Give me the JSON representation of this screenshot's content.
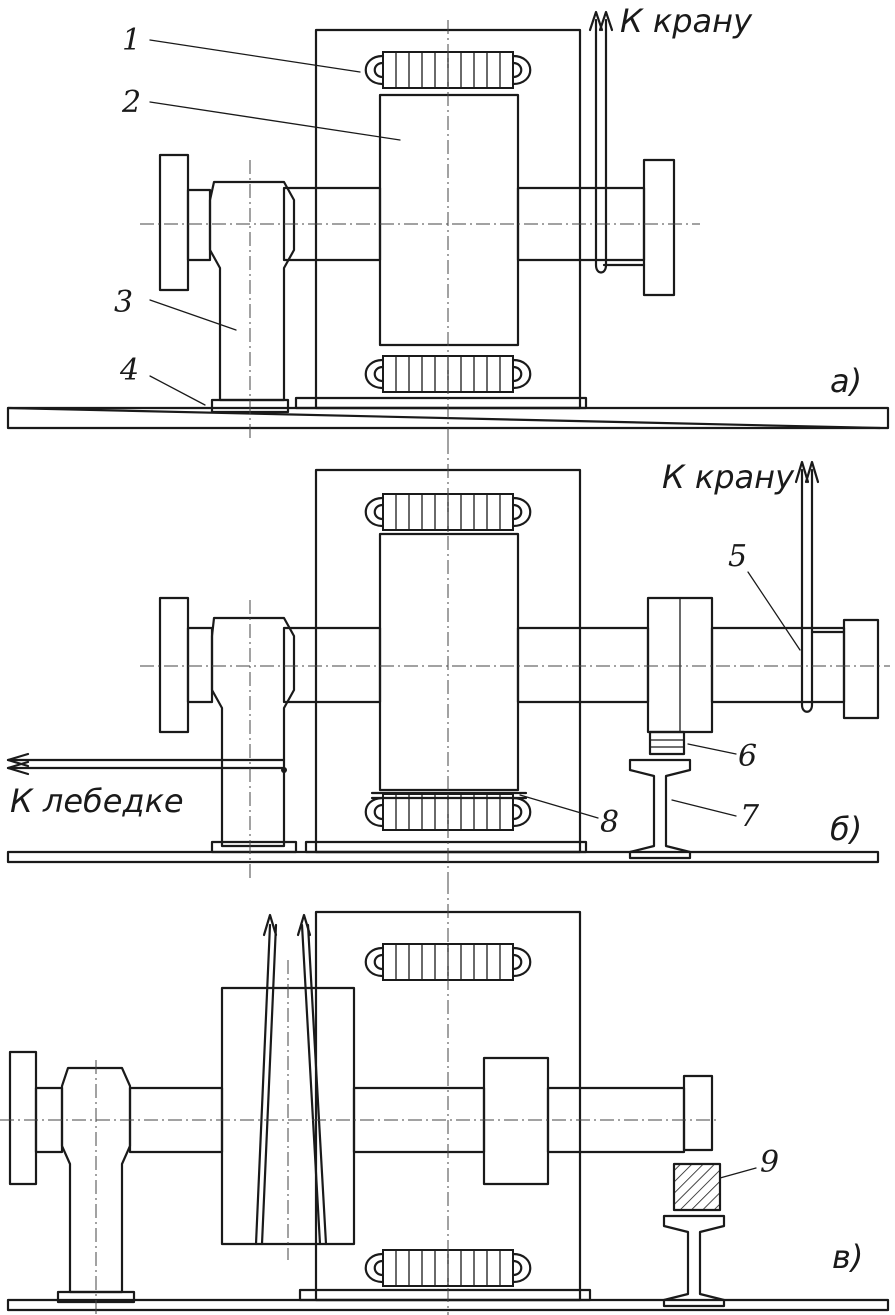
{
  "labels": {
    "l1": "1",
    "l2": "2",
    "l3": "3",
    "l4": "4",
    "l5": "5",
    "l6": "6",
    "l7": "7",
    "l8": "8",
    "l9": "9"
  },
  "captions": {
    "to_crane_a": "К крану",
    "to_crane_b": "К крану",
    "to_winch": "К лебедке"
  },
  "view_letters": {
    "a": "а)",
    "b": "б)",
    "c": "в)"
  }
}
